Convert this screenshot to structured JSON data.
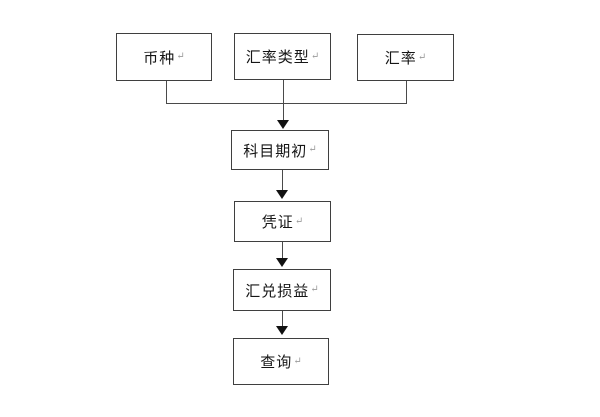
{
  "diagram": {
    "type": "flowchart",
    "background_color": "#ffffff",
    "box_border_color": "#3f3f3f",
    "line_color": "#4a4a4a",
    "arrow_color": "#111111",
    "text_color": "#161616",
    "paragraph_mark": "↵",
    "paragraph_mark_color": "#9b9b9b",
    "nodes": [
      {
        "id": "currency",
        "label": "币种"
      },
      {
        "id": "exchange-rate-type",
        "label": "汇率类型"
      },
      {
        "id": "exchange-rate",
        "label": "汇率"
      },
      {
        "id": "account-opening-balance",
        "label": "科目期初"
      },
      {
        "id": "voucher",
        "label": "凭证"
      },
      {
        "id": "exchange-gain-loss",
        "label": "汇兑损益"
      },
      {
        "id": "query",
        "label": "查询"
      }
    ],
    "edges": [
      {
        "from": [
          "currency",
          "exchange-rate-type",
          "exchange-rate"
        ],
        "to": "account-opening-balance",
        "style": "merge-elbow-arrow"
      },
      {
        "from": "account-opening-balance",
        "to": "voucher",
        "style": "arrow"
      },
      {
        "from": "voucher",
        "to": "exchange-gain-loss",
        "style": "arrow"
      },
      {
        "from": "exchange-gain-loss",
        "to": "query",
        "style": "arrow"
      }
    ]
  }
}
